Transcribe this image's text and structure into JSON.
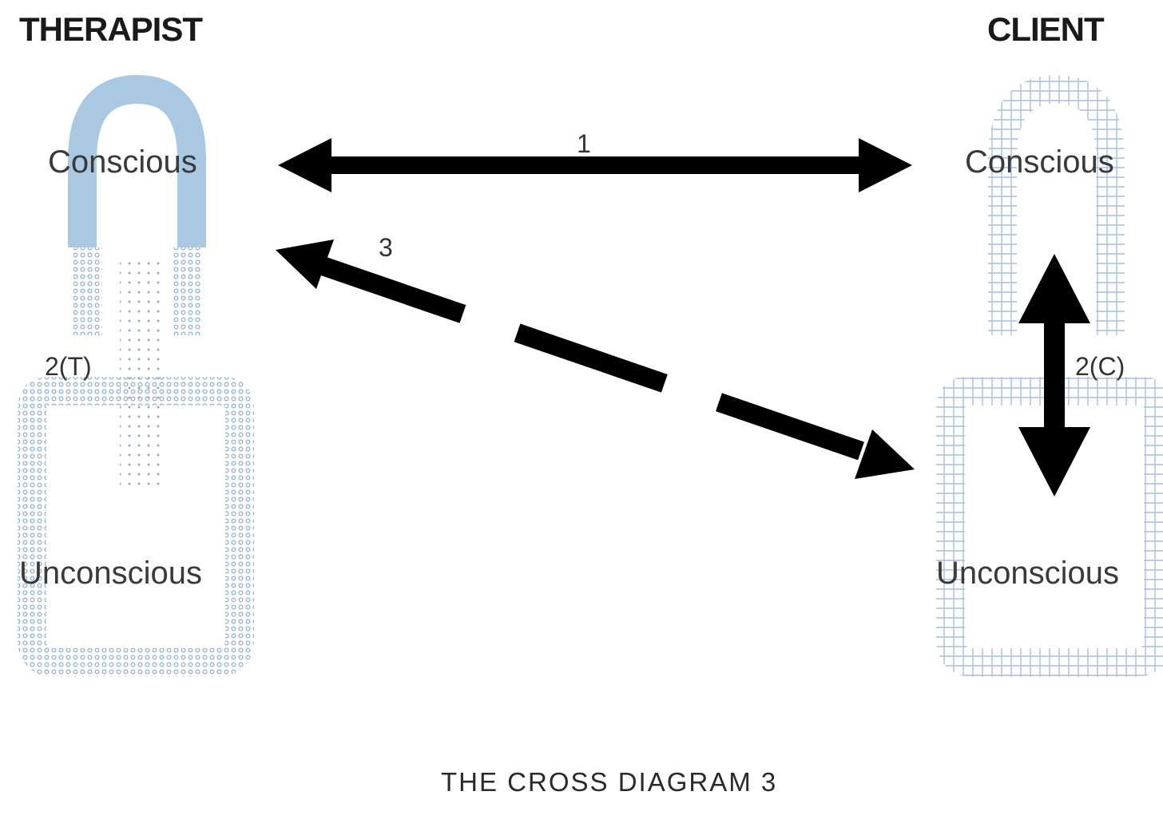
{
  "diagram": {
    "therapist": {
      "heading": "THERAPIST",
      "conscious_label": "Conscious",
      "unconscious_label": "Unconscious"
    },
    "client": {
      "heading": "CLIENT",
      "conscious_label": "Conscious",
      "unconscious_label": "Unconscious"
    },
    "arrows": {
      "arrow_1_label": "1",
      "arrow_2t_label": "2(T)",
      "arrow_2c_label": "2(C)",
      "arrow_3_label": "3"
    },
    "caption": "THE CROSS DIAGRAM 3"
  },
  "colors": {
    "conscious_fill": "#a9c9e3",
    "pattern_blue": "#8fb0d4",
    "arrow": "#000000",
    "text": "#333333"
  }
}
